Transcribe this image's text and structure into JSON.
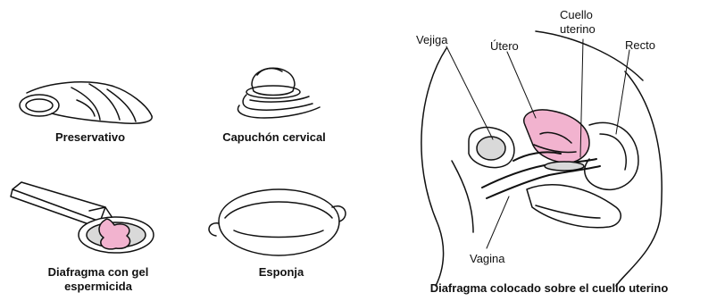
{
  "items": {
    "condom": "Preservativo",
    "cap": "Capuchón cervical",
    "diaphragm_line1": "Diafragma con gel",
    "diaphragm_line2": "espermicida",
    "sponge": "Esponja"
  },
  "anatomy": {
    "bladder": "Vejiga",
    "uterus": "Útero",
    "cervix_line1": "Cuello",
    "cervix_line2": "uterino",
    "rectum": "Recto",
    "vagina": "Vagina",
    "caption": "Diafragma colocado sobre el cuello uterino"
  },
  "colors": {
    "pink": "#f2b3cf",
    "gray_fill": "#d9d9d9",
    "line": "#111111"
  },
  "icons": [
    "condom-illustration",
    "cervical-cap-illustration",
    "diaphragm-gel-illustration",
    "sponge-illustration",
    "pelvic-cross-section-illustration"
  ]
}
